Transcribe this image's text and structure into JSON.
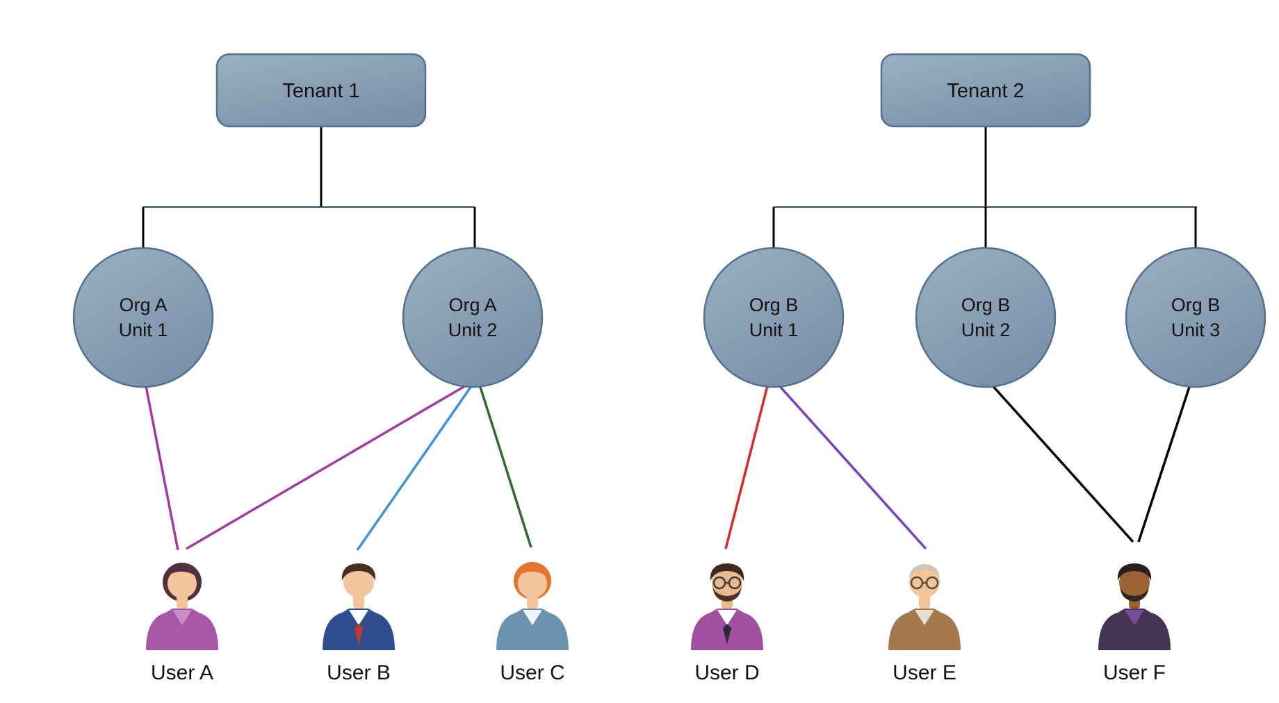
{
  "diagram": {
    "tenants": [
      {
        "label": "Tenant 1"
      },
      {
        "label": "Tenant 2"
      }
    ],
    "units": [
      {
        "line1": "Org A",
        "line2": "Unit 1"
      },
      {
        "line1": "Org A",
        "line2": "Unit 2"
      },
      {
        "line1": "Org B",
        "line2": "Unit 1"
      },
      {
        "line1": "Org B",
        "line2": "Unit 2"
      },
      {
        "line1": "Org B",
        "line2": "Unit 3"
      }
    ],
    "users": [
      {
        "label": "User A",
        "colors": {
          "hair": "#53303f",
          "skin": "#f4c49d",
          "torso": "#a857a8",
          "shirt": "#c48fc4"
        }
      },
      {
        "label": "User B",
        "colors": {
          "hair": "#4a2f23",
          "skin": "#f4c49d",
          "torso": "#2f4d8f",
          "shirt": "#ffffff",
          "tie": "#c0392b"
        }
      },
      {
        "label": "User C",
        "colors": {
          "hair": "#e2762d",
          "skin": "#f4c49d",
          "torso": "#6b93ae",
          "shirt": "#eef4f7"
        }
      },
      {
        "label": "User D",
        "colors": {
          "hair": "#3c2a20",
          "skin": "#eab98e",
          "torso": "#a14fa1",
          "shirt": "#ffffff",
          "tie": "#2b2b33",
          "beard": "#4a342a",
          "glasses": "#3a3a3a"
        }
      },
      {
        "label": "User E",
        "colors": {
          "hair": "#cfc6b8",
          "skin": "#f3c39a",
          "torso": "#a5794e",
          "shirt": "#e8e0cf",
          "glasses": "#5a4a3a"
        }
      },
      {
        "label": "User F",
        "colors": {
          "hair": "#2a1e20",
          "skin": "#9c6434",
          "torso": "#463457",
          "shirt": "#7b4b9e",
          "beard": "#33261f"
        }
      }
    ],
    "edge_colors": {
      "a1_userA": "#a33aa3",
      "a2_userA": "#a33aa3",
      "a2_userB": "#3c93d6",
      "a2_userC": "#2e6b2e",
      "b1_userD": "#e02626",
      "b1_userE": "#7b3fbf",
      "b2_userF": "#000000",
      "b3_userF": "#000000"
    },
    "node": {
      "fill_top": "#9cb0c3",
      "fill_bottom": "#7b91a8",
      "border": "#51708e"
    },
    "connector": {
      "trunk": "#000000",
      "rail": "#2e4d6b"
    }
  }
}
